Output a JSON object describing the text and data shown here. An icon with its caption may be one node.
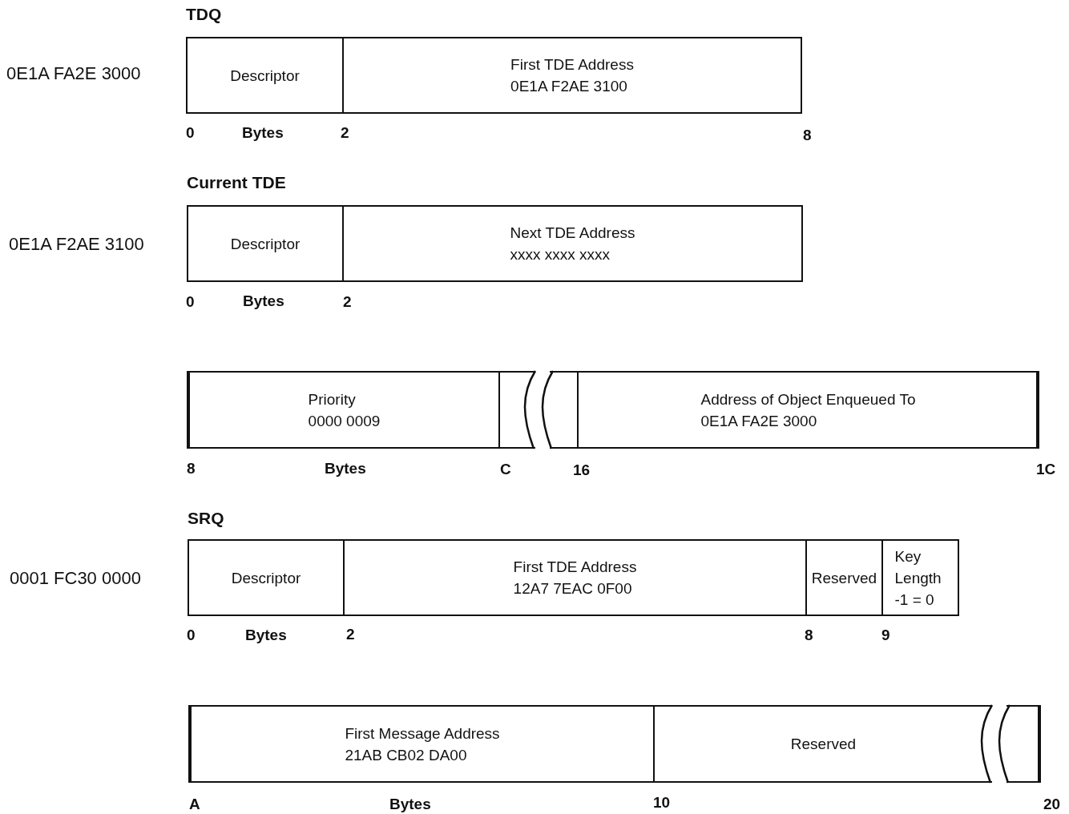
{
  "diagram": {
    "nodes": [
      {
        "text": [
          "TDQ"
        ],
        "beside": [
          "0E1A FA2E 3000"
        ]
      },
      {
        "text": [
          "Descriptor"
        ],
        "in": 0
      },
      {
        "text": [
          "First TDE Address",
          "0E1A F2AE 3100"
        ],
        "in": 0
      },
      {
        "text": [
          "Current TDE"
        ],
        "beside": [
          "0E1A F2AE 3100"
        ]
      },
      {
        "text": [
          "Descriptor"
        ],
        "in": 3
      },
      {
        "text": [
          "Next TDE Address",
          "xxxx xxxx xxxx"
        ],
        "in": 3
      },
      {
        "text": [],
        "shape": "box"
      },
      {
        "text": [
          "Priority",
          "0000 0009"
        ],
        "in": 6
      },
      {
        "text": [],
        "shape": "box",
        "in": 6
      },
      {
        "text": [],
        "shape": "box",
        "in": 6
      },
      {
        "text": [
          "Address of Object Enqueued To",
          "0E1A FA2E 3000"
        ],
        "in": 6
      },
      {
        "text": [
          "SRQ"
        ],
        "beside": [
          "0001 FC30 0000"
        ]
      },
      {
        "text": [
          "Descriptor"
        ],
        "in": 11
      },
      {
        "text": [
          "First TDE Address",
          "12A7 7EAC 0F00"
        ],
        "in": 11
      },
      {
        "text": [
          "Reserved"
        ],
        "in": 11
      },
      {
        "text": [
          "Key Length -1 = 0"
        ],
        "in": 11
      },
      {
        "text": [],
        "shape": "box"
      },
      {
        "text": [
          "First Message Address",
          "21AB CB02 DA00"
        ],
        "in": 16
      },
      {
        "text": [
          "Reserved"
        ],
        "in": 16
      },
      {
        "text": [],
        "shape": "box",
        "in": 16
      }
    ],
    "edges": [],
    "labels": [
      "0",
      "Bytes",
      "2",
      "8",
      "0",
      "Bytes",
      "2",
      "8",
      "Bytes",
      "C",
      "16",
      "1C",
      "0",
      "Bytes",
      "2",
      "8",
      "9",
      "A",
      "Bytes",
      "10",
      "20"
    ]
  }
}
